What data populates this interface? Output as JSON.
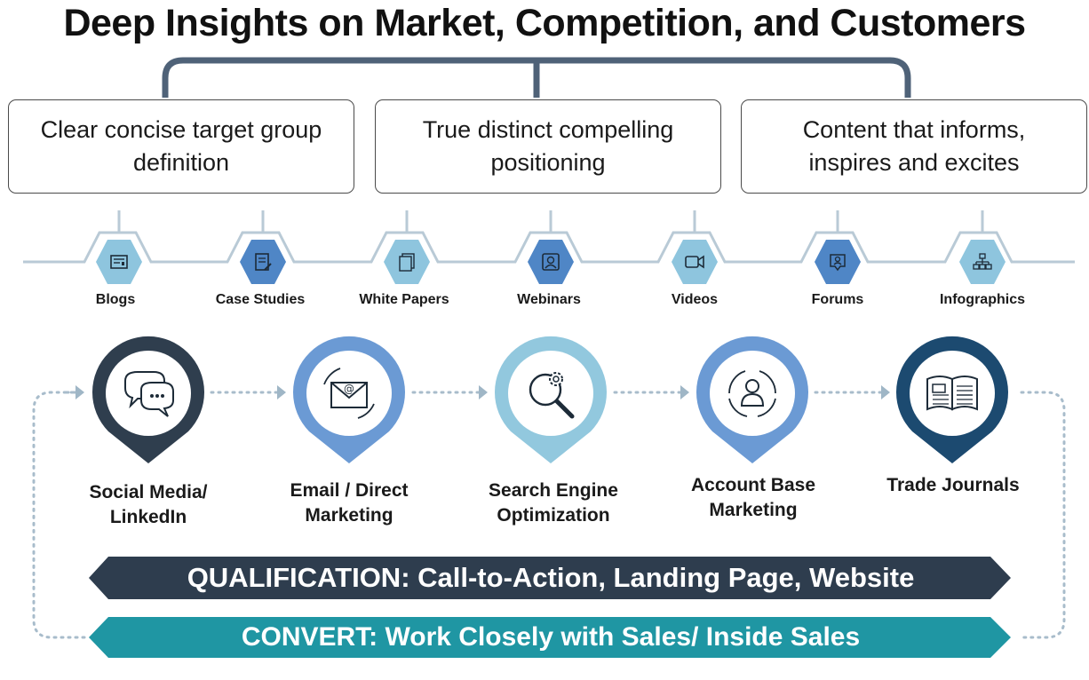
{
  "title": "Deep Insights on Market, Competition,  and Customers",
  "boxes": [
    {
      "text": "Clear concise target group definition"
    },
    {
      "text": "True distinct compelling positioning"
    },
    {
      "text": "Content that informs, inspires and excites"
    }
  ],
  "content_types": [
    {
      "label": "Blogs",
      "icon": "blog-icon"
    },
    {
      "label": "Case Studies",
      "icon": "case-study-icon"
    },
    {
      "label": "White Papers",
      "icon": "white-paper-icon"
    },
    {
      "label": "Webinars",
      "icon": "webinar-icon"
    },
    {
      "label": "Videos",
      "icon": "video-icon"
    },
    {
      "label": "Forums",
      "icon": "forum-icon"
    },
    {
      "label": "Infographics",
      "icon": "infographic-icon"
    }
  ],
  "channels": [
    {
      "label": "Social Media/ LinkedIn",
      "icon": "chat-bubbles-icon"
    },
    {
      "label": "Email / Direct Marketing",
      "icon": "envelope-icon"
    },
    {
      "label": "Search Engine Optimization",
      "icon": "magnifier-gear-icon"
    },
    {
      "label": "Account Base Marketing",
      "icon": "person-cycle-icon"
    },
    {
      "label": "Trade Journals",
      "icon": "open-journal-icon"
    }
  ],
  "banners": {
    "qualification": "QUALIFICATION:  Call-to-Action, Landing Page, Website",
    "convert": "CONVERT:  Work Closely with Sales/ Inside Sales"
  },
  "colors": {
    "dark_navy": "#2e3d4e",
    "teal": "#1f96a3",
    "bracket": "#4f6278",
    "line": "#b9cad6",
    "hex_dark": "#4f86c6",
    "hex_light": "#8ec5de",
    "pin_dark": "#2f3e4e",
    "pin_blue": "#6b9ad4",
    "pin_light": "#92c8de",
    "pin_navy": "#1c4a70"
  }
}
